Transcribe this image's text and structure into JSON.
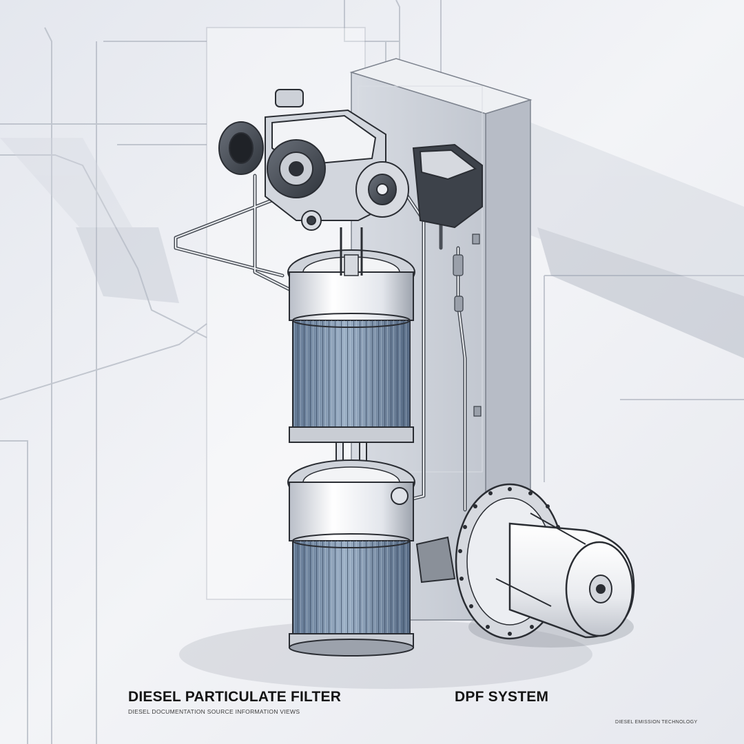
{
  "illustration": {
    "title": "DIESEL PARTICULATE FILTER",
    "subtitle": "DIESEL DOCUMENTATION SOURCE INFORMATION VIEWS",
    "label_right": "DPF SYSTEM",
    "footnote": "DIESEL EMISSION TECHNOLOGY"
  },
  "colors": {
    "background": "#eef0f4",
    "filter_media": "#7f94ad",
    "metal": "#dfe2e8",
    "outline": "#2a2d33",
    "panel": "#c9cdd6"
  }
}
